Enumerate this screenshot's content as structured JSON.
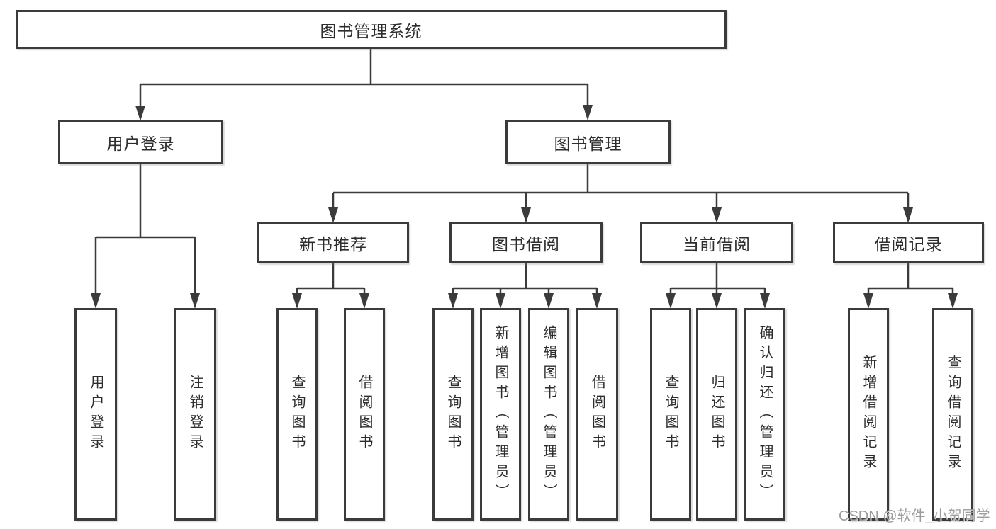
{
  "colors": {
    "line": "#3b3b3b",
    "box_border": "#3b3b3b",
    "box_fill": "#ffffff",
    "text": "#2d2d2d",
    "watermark": "#9c9c9c"
  },
  "diagram": {
    "type": "hierarchy-diagram",
    "root": "图书管理系统",
    "level2": {
      "user_login": "用户登录",
      "book_mgmt": "图书管理"
    },
    "level3": {
      "new_books": "新书推荐",
      "book_borrow": "图书借阅",
      "current_borrow": "当前借阅",
      "borrow_records": "借阅记录"
    },
    "leaves": {
      "ul1": "用户登录",
      "ul2": "注销登录",
      "nb1": "查询图书",
      "nb2": "借阅图书",
      "bb1": "查询图书",
      "bb2": "新增图书（管理员）",
      "bb3": "编辑图书（管理员）",
      "bb4": "借阅图书",
      "cb1": "查询图书",
      "cb2": "归还图书",
      "cb3": "确认归还（管理员）",
      "br1": "新增借阅记录",
      "br2": "查询借阅记录"
    }
  },
  "watermark": "CSDN @软件_小贺同学"
}
